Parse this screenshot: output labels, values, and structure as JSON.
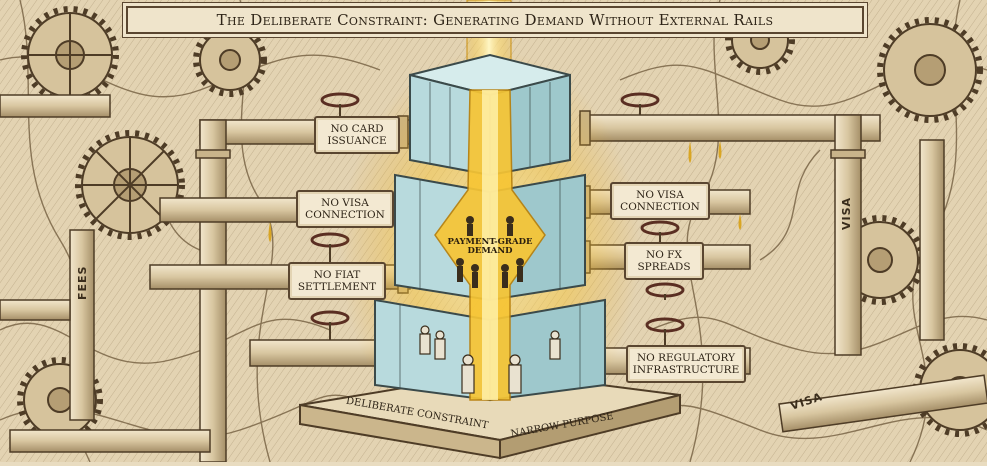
{
  "title": "The Deliberate Constraint: Generating Demand Without External Rails",
  "labels_left": [
    {
      "line1": "No card",
      "line2": "issuance"
    },
    {
      "line1": "No Visa",
      "line2": "connection"
    },
    {
      "line1": "No fiat",
      "line2": "settlement"
    }
  ],
  "labels_right": [
    {
      "line1": "No Visa",
      "line2": "connection"
    },
    {
      "line1": "No FX",
      "line2": "spreads"
    },
    {
      "line1": "No regulatory",
      "line2": "infrastructure"
    }
  ],
  "center": {
    "line1": "Payment-grade",
    "line2": "demand"
  },
  "base": {
    "left": "Deliberate constraint",
    "right": "Narrow purpose"
  },
  "pipe_labels": {
    "fees": "FEES",
    "visa_vertical": "VISA",
    "visa_bottom": "VISA"
  },
  "colors": {
    "sepia": "#5a4630",
    "paper": "#e9dcc0",
    "glow": "#f7c534",
    "glass": "#a9d3d6"
  }
}
